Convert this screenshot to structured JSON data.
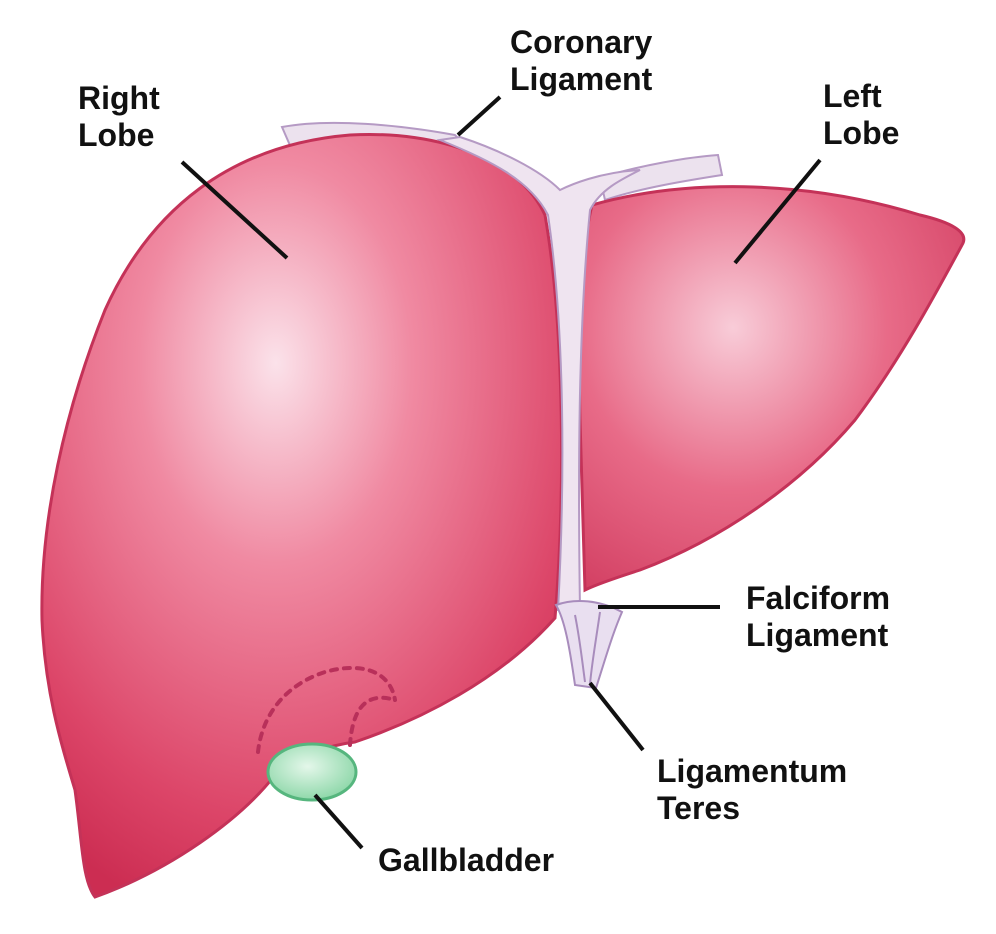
{
  "labels": {
    "right_lobe": {
      "line1": "Right",
      "line2": "Lobe"
    },
    "coronary_ligament": {
      "line1": "Coronary",
      "line2": "Ligament"
    },
    "left_lobe": {
      "line1": "Left",
      "line2": "Lobe"
    },
    "falciform_ligament": {
      "line1": "Falciform",
      "line2": "Ligament"
    },
    "ligamentum_teres": {
      "line1": "Ligamentum",
      "line2": "Teres"
    },
    "gallbladder": "Gallbladder"
  },
  "colors": {
    "liver_light": "#f6c6d4",
    "liver_mid": "#e6607e",
    "liver_dark": "#cf2f55",
    "ligament": "#efe3ef",
    "ligament_edge": "#b59ac4",
    "gallbladder": "#a8e2bd",
    "gallbladder_edge": "#56b67e",
    "leader": "#111111"
  }
}
